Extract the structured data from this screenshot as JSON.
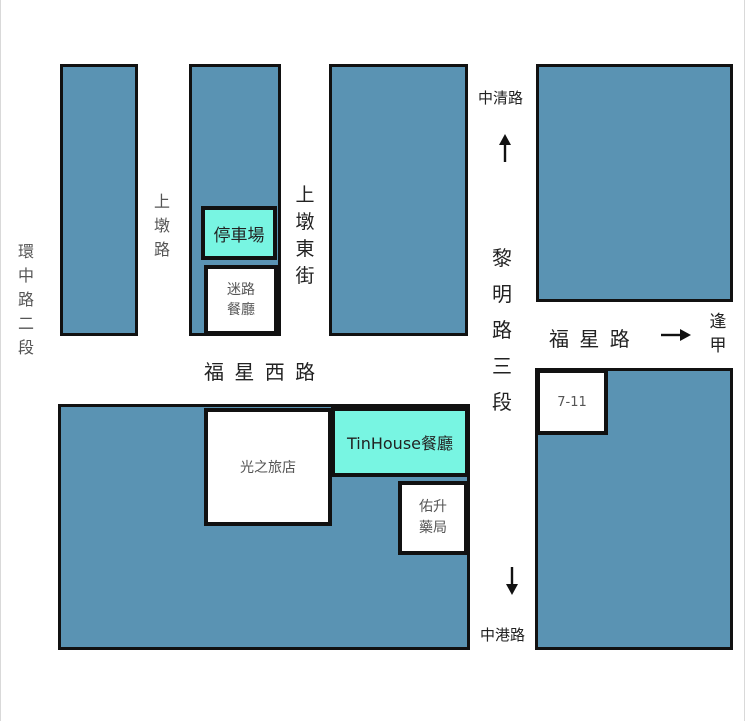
{
  "streets": {
    "huanzhong": [
      "環",
      "中",
      "路",
      "二",
      "段"
    ],
    "shangdun": [
      "上",
      "墩",
      "路"
    ],
    "shangdun_east": [
      "上",
      "墩",
      "東",
      "街"
    ],
    "fuxing_west": "福 星 西 路",
    "liming": [
      "黎",
      "明",
      "路",
      "三",
      "段"
    ],
    "fuxing": "福 星 路",
    "fengjia": [
      "逢",
      "甲"
    ],
    "zhongqing": "中清路",
    "zhonggang": "中港路"
  },
  "places": {
    "parking": "停車場",
    "maze_restaurant": [
      "迷路",
      "餐廳"
    ],
    "light_hostel": "光之旅店",
    "tinhouse": "TinHouse餐廳",
    "pharmacy": [
      "佑升",
      "藥局"
    ],
    "seven_eleven": "7-11"
  },
  "colors": {
    "block": "#5a93b3",
    "highlight": "#78f5e2",
    "outline": "#111111"
  },
  "icons": {
    "north_arrow": "arrow-up",
    "south_arrow": "arrow-down",
    "east_arrow": "arrow-right"
  }
}
